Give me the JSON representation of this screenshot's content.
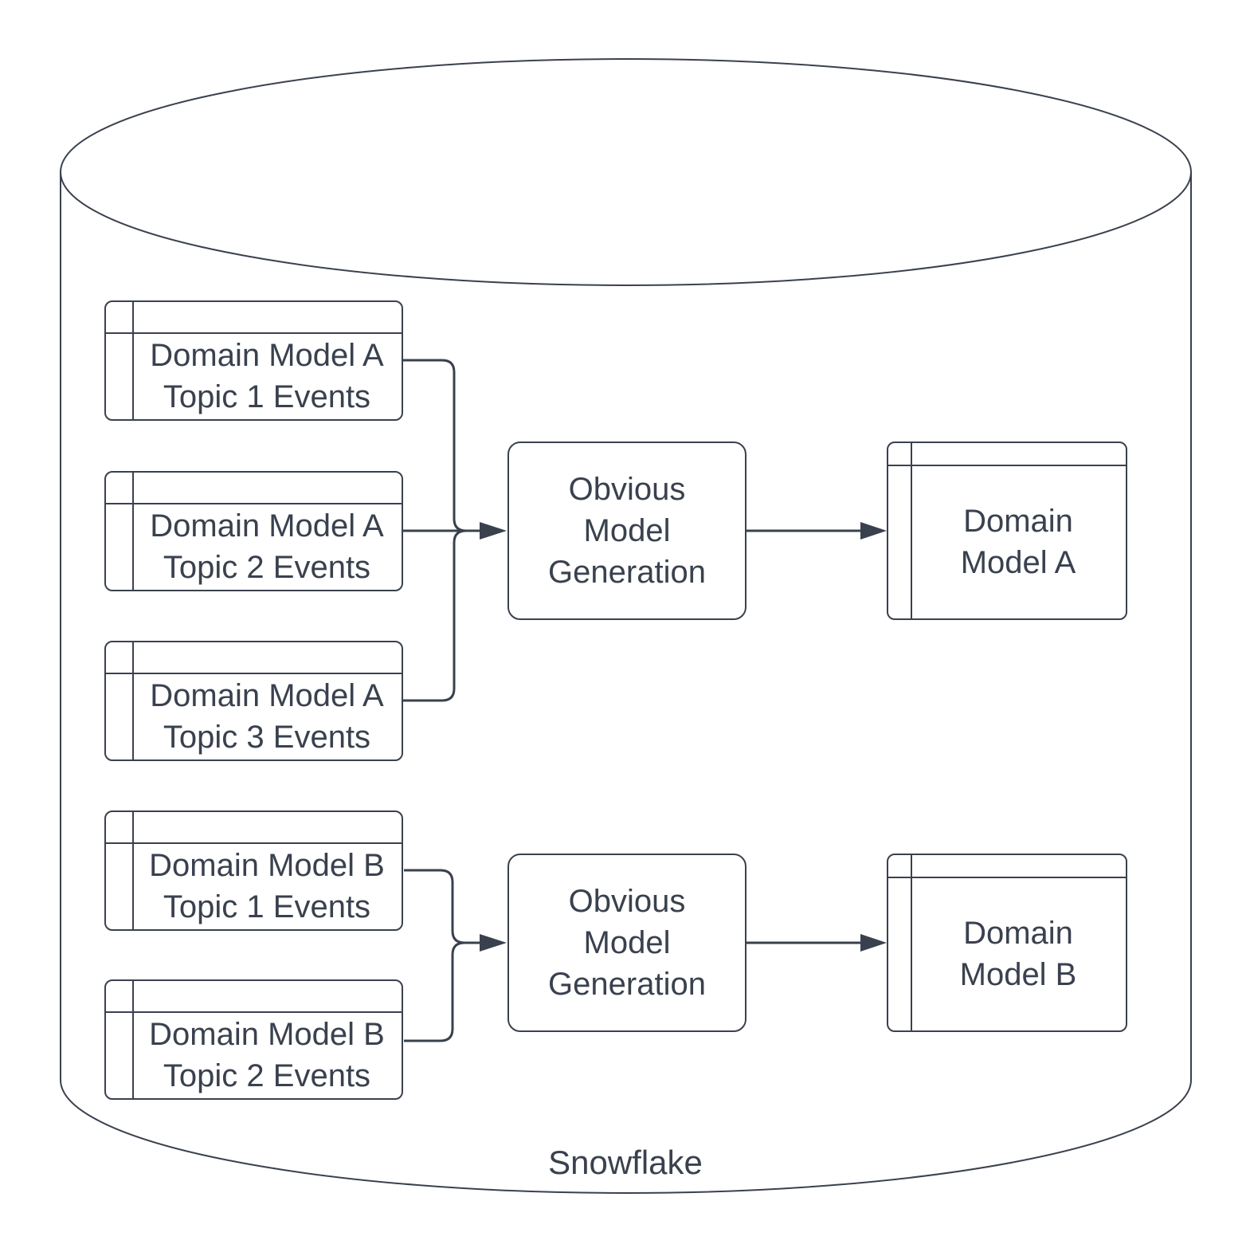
{
  "diagram": {
    "type": "flowchart",
    "container_label": "Snowflake",
    "colors": {
      "stroke": "#3a414e",
      "text": "#3a414e",
      "background": "#ffffff"
    },
    "groups": [
      {
        "sources": [
          "Domain Model A\nTopic 1 Events",
          "Domain Model A\nTopic 2 Events",
          "Domain Model A\nTopic 3 Events"
        ],
        "process": "Obvious\nModel\nGeneration",
        "output": "Domain\nModel A"
      },
      {
        "sources": [
          "Domain Model B\nTopic 1 Events",
          "Domain Model B\nTopic 2 Events"
        ],
        "process": "Obvious\nModel\nGeneration",
        "output": "Domain\nModel B"
      }
    ]
  }
}
